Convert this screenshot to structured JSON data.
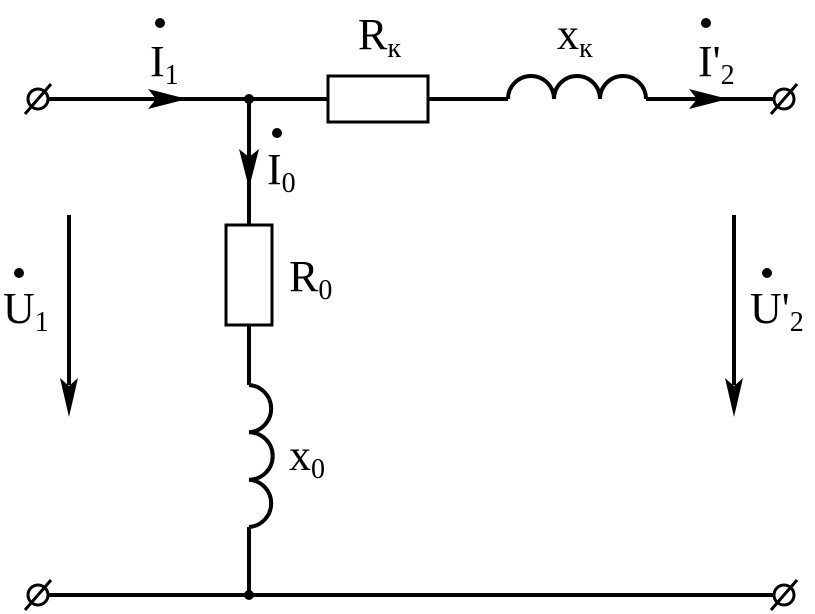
{
  "labels": {
    "i1": {
      "main": "I",
      "sub": "1"
    },
    "rk": {
      "main": "R",
      "sub": "к"
    },
    "xk": {
      "main": "x",
      "sub": "к"
    },
    "i2": {
      "main": "I'",
      "sub": "2"
    },
    "i0": {
      "main": "I",
      "sub": "0"
    },
    "r0": {
      "main": "R",
      "sub": "0"
    },
    "x0": {
      "main": "x",
      "sub": "0"
    },
    "u1": {
      "main": "U",
      "sub": "1"
    },
    "u2": {
      "main": "U'",
      "sub": "2"
    }
  }
}
